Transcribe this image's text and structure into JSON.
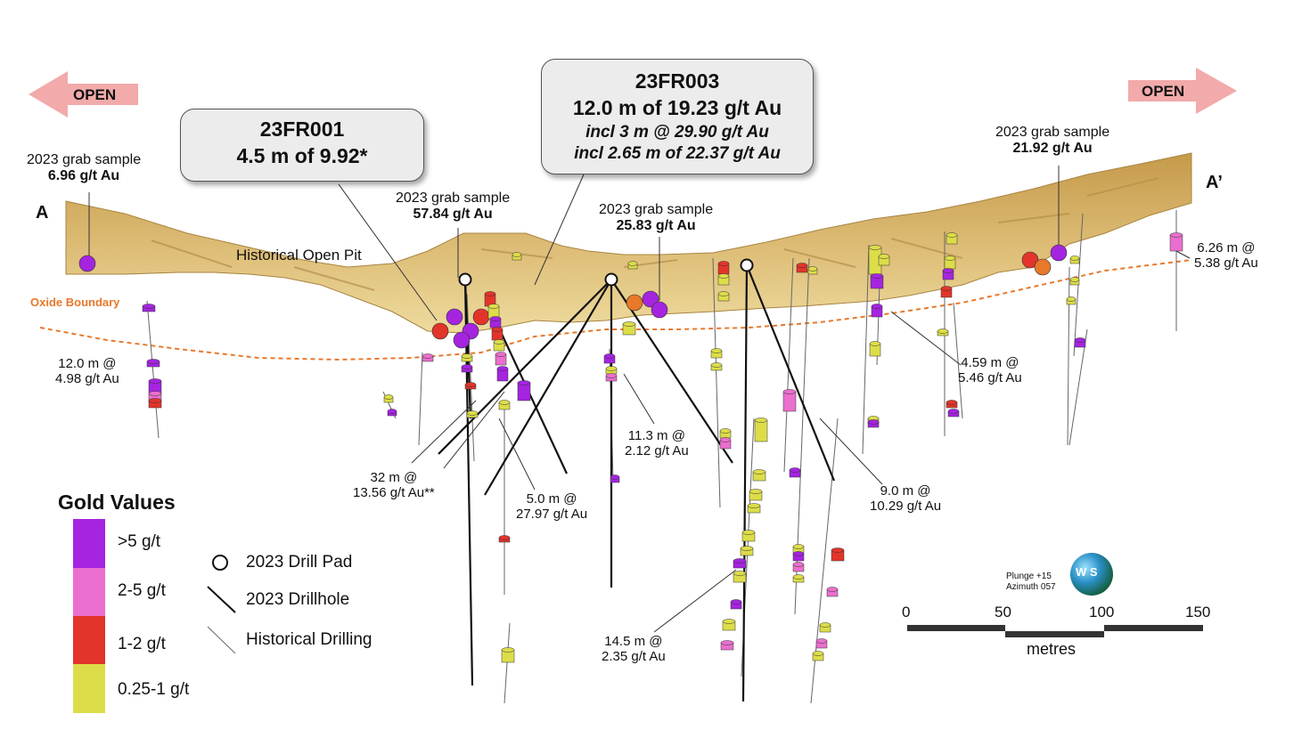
{
  "colors": {
    "gt5": "#a524e0",
    "g2to5": "#ea6fce",
    "g1to2": "#e2342b",
    "g025to1": "#dddd49",
    "oxide": "#e8782a",
    "surface": "#d4b36b",
    "arrow": "#f2aaaa"
  },
  "arrows": {
    "left": "OPEN",
    "right": "OPEN"
  },
  "section": {
    "a": "A",
    "a_prime": "A’"
  },
  "callouts": {
    "fr001": {
      "hole": "23FR001",
      "result": "4.5 m of 9.92*"
    },
    "fr003": {
      "hole": "23FR003",
      "result": "12.0 m of 19.23 g/t Au",
      "incl1": "incl 3 m @ 29.90 g/t Au",
      "incl2": "incl 2.65 m of 22.37 g/t Au"
    }
  },
  "grab_samples": [
    {
      "label": "2023 grab sample",
      "value": "6.96 g/t Au"
    },
    {
      "label": "2023 grab sample",
      "value": "57.84 g/t Au"
    },
    {
      "label": "2023 grab sample",
      "value": "25.83 g/t Au"
    },
    {
      "label": "2023 grab sample",
      "value": "21.92 g/t Au"
    }
  ],
  "features": {
    "pit": "Historical Open Pit",
    "oxide": "Oxide Boundary"
  },
  "intercepts": [
    {
      "l1": "12.0 m @",
      "l2": "4.98 g/t Au"
    },
    {
      "l1": "32 m @",
      "l2": "13.56 g/t Au**"
    },
    {
      "l1": "5.0 m @",
      "l2": "27.97 g/t Au"
    },
    {
      "l1": "11.3 m @",
      "l2": "2.12 g/t Au"
    },
    {
      "l1": "14.5 m @",
      "l2": "2.35 g/t Au"
    },
    {
      "l1": "9.0 m @",
      "l2": "10.29 g/t Au"
    },
    {
      "l1": "4.59 m @",
      "l2": "5.46 g/t Au"
    },
    {
      "l1": "6.26 m @",
      "l2": "5.38 g/t Au"
    }
  ],
  "legend": {
    "title": "Gold Values",
    "classes": [
      {
        "label": ">5 g/t",
        "color": "#a524e0"
      },
      {
        "label": "2-5 g/t",
        "color": "#ea6fce"
      },
      {
        "label": "1-2 g/t",
        "color": "#e2342b"
      },
      {
        "label": "0.25-1 g/t",
        "color": "#dddd49"
      }
    ],
    "drill_pad": "2023 Drill Pad",
    "drillhole": "2023 Drillhole",
    "historical": "Historical Drilling"
  },
  "orientation": {
    "plunge": "Plunge +15",
    "azimuth": "Azimuth 057",
    "compass": "W S"
  },
  "scale": {
    "ticks": [
      "0",
      "50",
      "100",
      "150"
    ],
    "unit": "metres"
  }
}
